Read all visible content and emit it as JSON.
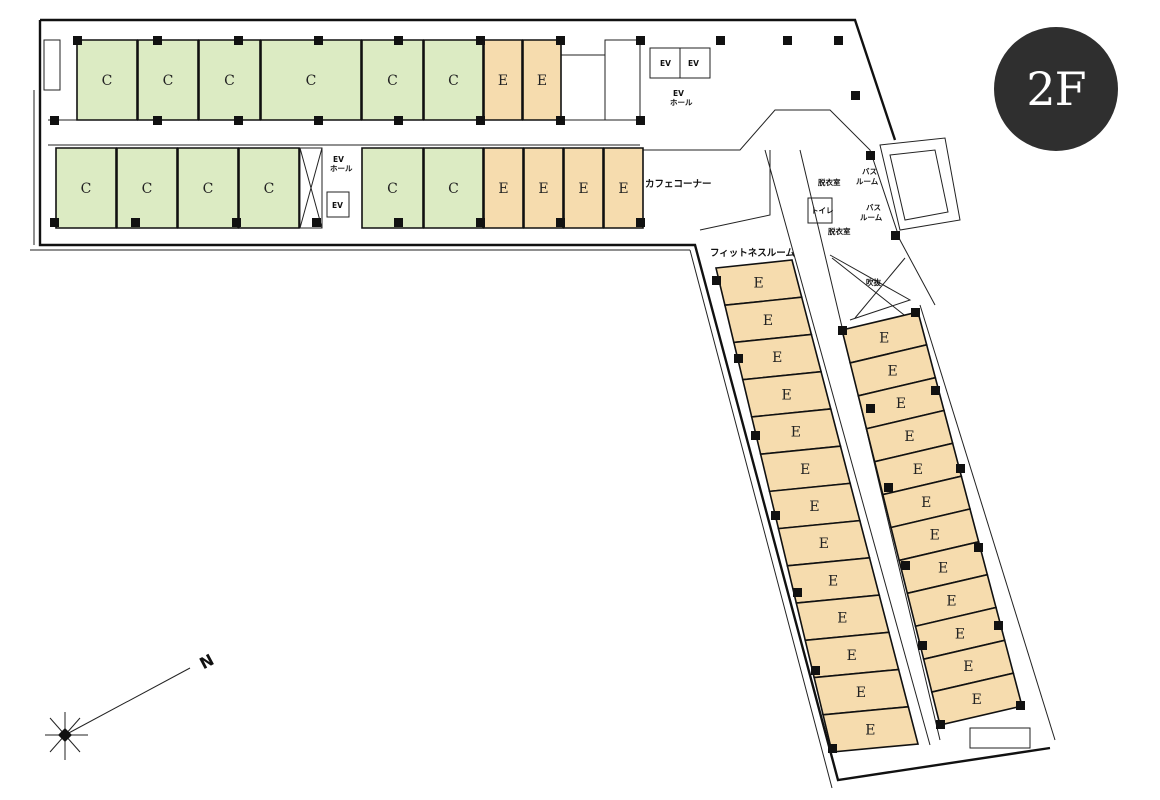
{
  "floor_label": "2F",
  "colors": {
    "c_room": "#dcebc3",
    "e_room": "#f6dcae",
    "badge_bg": "#2f2f2f"
  },
  "labels": {
    "cafe_corner": "カフェコーナー",
    "fitness_room": "フィットネスルーム",
    "ev": "EV",
    "ev_hall_top": "EV",
    "ev_hall_bottom": "ホール",
    "bath_room_top": "バス",
    "bath_room_bottom": "ルーム",
    "dressing_room": "脱衣室",
    "toilet": "トイレ",
    "atrium": "吹抜",
    "north": "N"
  },
  "rooms": {
    "west_top": [
      "C",
      "C",
      "C",
      "C",
      "C",
      "C",
      "E",
      "E"
    ],
    "west_bottom": [
      "C",
      "C",
      "C",
      "C",
      "C",
      "C",
      "E",
      "E",
      "E",
      "E"
    ],
    "south_left": [
      "E",
      "E",
      "E",
      "E",
      "E",
      "E",
      "E",
      "E",
      "E",
      "E",
      "E",
      "E",
      "E"
    ],
    "south_right": [
      "E",
      "E",
      "E",
      "E",
      "E",
      "E",
      "E",
      "E",
      "E",
      "E",
      "E",
      "E"
    ]
  }
}
